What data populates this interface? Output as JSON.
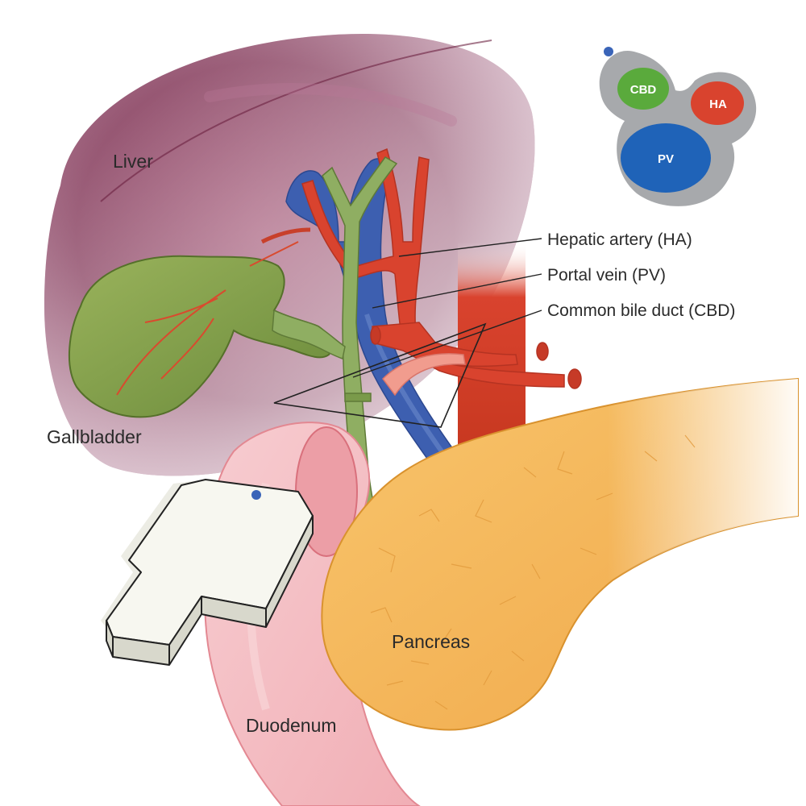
{
  "labels": {
    "liver": "Liver",
    "gallbladder": "Gallbladder",
    "duodenum": "Duodenum",
    "pancreas": "Pancreas",
    "hepatic_artery": "Hepatic artery (HA)",
    "portal_vein": "Portal vein (PV)",
    "common_bile_duct": "Common bile duct (CBD)"
  },
  "inset": {
    "cbd": "CBD",
    "ha": "HA",
    "pv": "PV"
  },
  "colors": {
    "liver": "#8a3a5c",
    "gallbladder": "#7a9a4a",
    "bile_duct": "#8fae62",
    "artery": "#d9432e",
    "portal_vein": "#3d5fb0",
    "pancreas": "#f5b85a",
    "duodenum": "#f2b8bd",
    "inset_cbd": "#5aaa3c",
    "inset_ha": "#d9432e",
    "inset_pv": "#1f63b8",
    "inset_bg": "#a7a9ac",
    "probe_marker": "#3a64b8"
  }
}
